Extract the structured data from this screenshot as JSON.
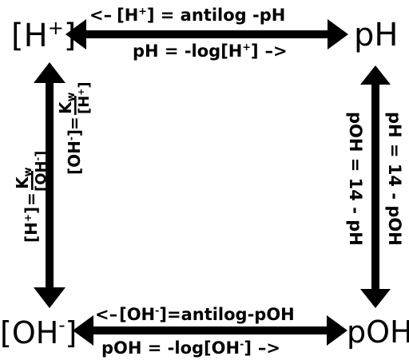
{
  "colors": {
    "ink": "#000000",
    "background": "#ffffff"
  },
  "corners": {
    "h_conc": {
      "base": "[H",
      "sup": "+",
      "close": "]"
    },
    "ph": "pH",
    "oh_conc": {
      "base": "[OH",
      "sup": "-",
      "close": "]"
    },
    "poh": "pOH"
  },
  "top_edge": {
    "upper": {
      "arrow": "<–",
      "a": "[H",
      "sup": "+",
      "b": "] = antilog -pH"
    },
    "lower": {
      "a": "pH = -log[H",
      "sup": "+",
      "b": "]",
      "arrow": "–>"
    }
  },
  "bottom_edge": {
    "upper": {
      "arrow": "<–",
      "a": "[OH",
      "sup": "-",
      "b": "]=antilog-pOH"
    },
    "lower": {
      "a": "pOH = -log[OH",
      "sup": "-",
      "b": "]",
      "arrow": "–>"
    }
  },
  "left_edge": {
    "outer": {
      "lhs_a": "[H",
      "lhs_sup": "+",
      "lhs_b": "]",
      "equals": "=",
      "numerator": "K",
      "numerator_sub": "w",
      "denominator_a": "[OH",
      "denominator_sup": "-",
      "denominator_b": "]"
    },
    "inner": {
      "lhs_a": "[OH",
      "lhs_sup": "-",
      "lhs_b": "]",
      "equals": "=",
      "numerator": "K",
      "numerator_sub": "w",
      "denominator_a": "[H",
      "denominator_sup": "+",
      "denominator_b": "]"
    }
  },
  "right_edge": {
    "inner": "pOH = 14 - pH",
    "outer": "pH = 14 - pOH"
  }
}
